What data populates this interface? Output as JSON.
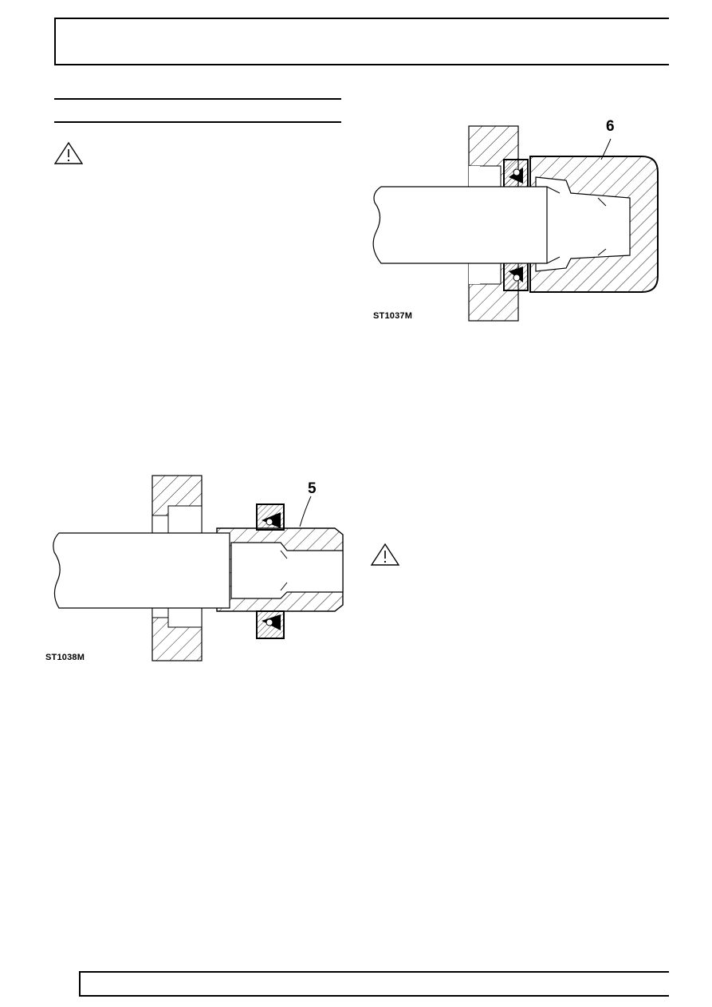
{
  "figures": {
    "upper": {
      "code": "ST1037M",
      "callout": "6"
    },
    "lower": {
      "code": "ST1038M",
      "callout": "5"
    }
  },
  "icons": {
    "warning_left": "warning-triangle-icon",
    "warning_right": "warning-triangle-icon"
  }
}
